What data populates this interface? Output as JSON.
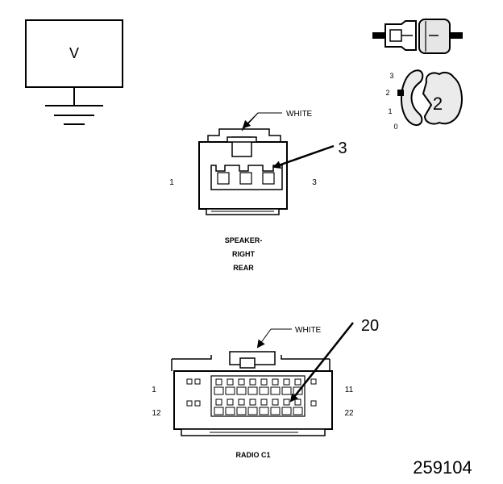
{
  "meter": {
    "label": "V"
  },
  "switch_positions": [
    "3",
    "2",
    "1",
    "0"
  ],
  "switch_step": {
    "label": "2"
  },
  "speaker_connector": {
    "color_label": "WHITE",
    "callout": "3",
    "pin_first": "1",
    "pin_last": "3",
    "name_lines": [
      "SPEAKER-",
      "RIGHT",
      "REAR"
    ]
  },
  "radio_connector": {
    "color_label": "WHITE",
    "callout": "20",
    "pin_top_left": "1",
    "pin_bottom_left": "12",
    "pin_top_right": "11",
    "pin_bottom_right": "22",
    "name": "RADIO C1"
  },
  "figure_number": "259104"
}
